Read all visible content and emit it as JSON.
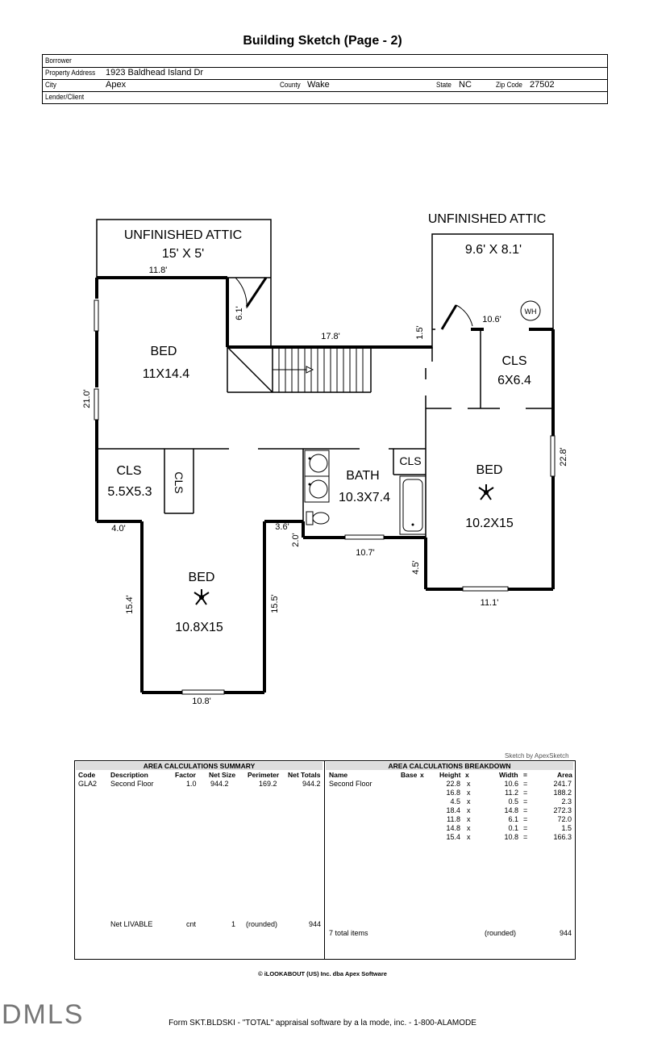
{
  "page_title": "Building Sketch (Page - 2)",
  "header": {
    "borrower_label": "Borrower",
    "address_label": "Property Address",
    "address": "1923 Baldhead Island Dr",
    "city_label": "City",
    "city": "Apex",
    "county_label": "County",
    "county": "Wake",
    "state_label": "State",
    "state": "NC",
    "zip_label": "Zip Code",
    "zip": "27502",
    "lender_label": "Lender/Client"
  },
  "sketch": {
    "rooms": {
      "attic_left_name": "UNFINISHED ATTIC",
      "attic_left_size": "15' X 5'",
      "attic_right_name": "UNFINISHED ATTIC",
      "attic_right_size": "9.6' X 8.1'",
      "bed1_name": "BED",
      "bed1_size": "11X14.4",
      "cls_right_name": "CLS",
      "cls_right_size": "6X6.4",
      "cls_left_name": "CLS",
      "cls_left_size": "5.5X5.3",
      "cls_small": "CLS",
      "bath_name": "BATH",
      "bath_size": "10.3X7.4",
      "cls_bath": "CLS",
      "bed2_name": "BED",
      "bed2_size": "10.2X15",
      "bed3_name": "BED",
      "bed3_size": "10.8X15",
      "wh": "WH"
    },
    "dims": {
      "d1": "11.8'",
      "d2": "6.1'",
      "d3": "17.8'",
      "d4": "1.5'",
      "d5": "10.6'",
      "d6": "21.0'",
      "d7": "22.8'",
      "d8": "4.0'",
      "d9": "3.6'",
      "d10": "2.0'",
      "d11": "10.7'",
      "d12": "4.5'",
      "d13": "15.4'",
      "d14": "15.5'",
      "d15": "11.1'",
      "d16": "10.8'"
    }
  },
  "credit": "Sketch by ApexSketch",
  "summary": {
    "title": "AREA CALCULATIONS SUMMARY",
    "headers": [
      "Code",
      "Description",
      "Factor",
      "Net Size",
      "Perimeter",
      "Net Totals"
    ],
    "row": [
      "GLA2",
      "Second Floor",
      "1.0",
      "944.2",
      "169.2",
      "944.2"
    ],
    "livable": [
      "Net LIVABLE",
      "cnt",
      "1",
      "(rounded)",
      "944"
    ]
  },
  "breakdown": {
    "title": "AREA CALCULATIONS BREAKDOWN",
    "headers": [
      "Name",
      "Base",
      "x",
      "Height",
      "x",
      "Width",
      "=",
      "Area"
    ],
    "name": "Second Floor",
    "rows": [
      [
        "22.8",
        "x",
        "10.6",
        "=",
        "241.7"
      ],
      [
        "16.8",
        "x",
        "11.2",
        "=",
        "188.2"
      ],
      [
        "4.5",
        "x",
        "0.5",
        "=",
        "2.3"
      ],
      [
        "18.4",
        "x",
        "14.8",
        "=",
        "272.3"
      ],
      [
        "11.8",
        "x",
        "6.1",
        "=",
        "72.0"
      ],
      [
        "14.8",
        "x",
        "0.1",
        "=",
        "1.5"
      ],
      [
        "15.4",
        "x",
        "10.8",
        "=",
        "166.3"
      ]
    ],
    "total_label": "7 total items",
    "rounded": "(rounded)",
    "total": "944"
  },
  "copyright": "© iLOOKABOUT (US) Inc. dba Apex Software",
  "mls_logo": "DMLS",
  "form_footer": "Form SKT.BLDSKI - \"TOTAL\" appraisal software by a la mode, inc. - 1-800-ALAMODE"
}
